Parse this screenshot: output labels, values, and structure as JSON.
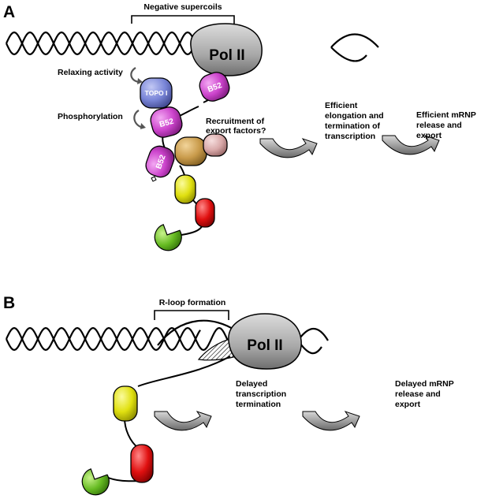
{
  "panel_a": {
    "letter": "A",
    "bracket_label": "Negative supercoils",
    "pol_label": "Pol II",
    "b52_label": "B52",
    "topo_label": "TOPO I",
    "relaxing_label": "Relaxing activity",
    "phosphorylation_label": "Phosphorylation",
    "recruitment_lines": [
      "Recruitment of",
      "export factors?"
    ],
    "efficient_elongation_lines": [
      "Efficient",
      "elongation and",
      "termination of",
      "transcription"
    ],
    "efficient_release_lines": [
      "Efficient mRNP",
      "release and",
      "export"
    ]
  },
  "panel_b": {
    "letter": "B",
    "bracket_label": "R-loop formation",
    "pol_label": "Pol II",
    "delayed_termination_lines": [
      "Delayed",
      "transcription",
      "termination"
    ],
    "delayed_release_lines": [
      "Delayed mRNP",
      "release and",
      "export"
    ]
  },
  "colors": {
    "pol_ii": "#a8a8a8",
    "b52": "#cc44cc",
    "topo_i": "#7a86d8",
    "orange_factor": "#c89a4a",
    "pink_factor": "#d8a8a8",
    "yellow_factor": "#e0e010",
    "red_factor": "#e01010",
    "green_factor": "#66bb22",
    "arrow": "#9a9a9a"
  }
}
